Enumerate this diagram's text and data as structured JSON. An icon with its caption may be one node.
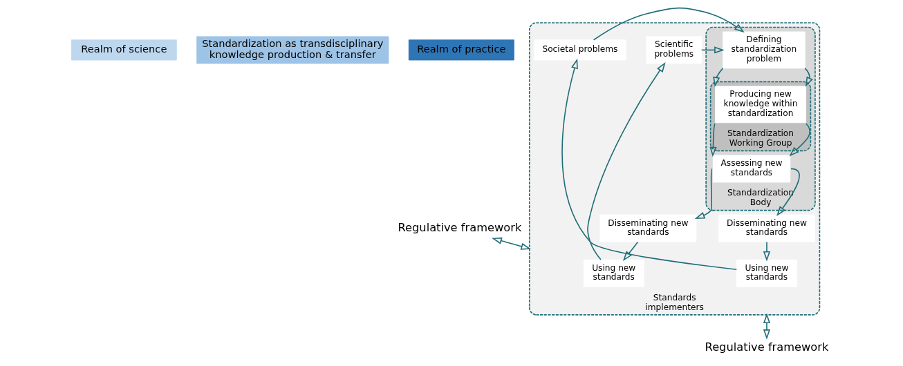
{
  "diagram": {
    "nodes": [
      {
        "text": [
          "Realm of science"
        ]
      },
      {
        "text": [
          "Standardization as transdisciplinary knowledge production & transfer"
        ]
      },
      {
        "text": [
          "Realm of practice"
        ]
      },
      {
        "text": [
          "Regulative framework"
        ]
      },
      {
        "text": [
          "Regulative framework"
        ]
      },
      {
        "text": [
          "Standards implementers"
        ]
      },
      {
        "text": [
          "Standardization Body"
        ],
        "in": 5
      },
      {
        "text": [
          "Standardization Working Group"
        ],
        "in": 6
      },
      {
        "text": [
          "Scientific problems"
        ],
        "in": 5
      },
      {
        "text": [
          "Using new standards"
        ],
        "in": 5
      },
      {
        "text": [
          "Disseminating new standards"
        ],
        "in": 5
      },
      {
        "text": [
          "Defining standardization problem"
        ],
        "in": 6
      },
      {
        "text": [
          "Producing new knowledge within standardization"
        ],
        "in": 7
      },
      {
        "text": [
          "Assessing new standards"
        ],
        "in": 6
      },
      {
        "text": [
          "Disseminating new standards"
        ],
        "in": 5
      },
      {
        "text": [
          "Using new standards"
        ],
        "in": 5
      },
      {
        "text": [
          "Societal problems"
        ],
        "in": 5
      }
    ],
    "edges": [
      {
        "from": 3,
        "to": 5,
        "arrow": "both"
      },
      {
        "from": 8,
        "to": 11,
        "arrow": "to"
      },
      {
        "from": 16,
        "to": 11,
        "arrow": "to"
      },
      {
        "from": 11,
        "to": 12,
        "arrow": "to"
      },
      {
        "from": 11,
        "to": 12,
        "arrow": "to"
      },
      {
        "from": 12,
        "to": 13,
        "arrow": "to"
      },
      {
        "from": 12,
        "to": 13,
        "arrow": "to"
      },
      {
        "from": 13,
        "to": 10,
        "arrow": "to"
      },
      {
        "from": 13,
        "to": 14,
        "arrow": "to"
      },
      {
        "from": 10,
        "to": 9,
        "arrow": "to"
      },
      {
        "from": 9,
        "to": 8,
        "arrow": "to"
      },
      {
        "from": 14,
        "to": 15,
        "arrow": "to"
      },
      {
        "from": 15,
        "to": 16,
        "arrow": "to"
      },
      {
        "from": 5,
        "to": 4,
        "arrow": "both"
      }
    ]
  }
}
